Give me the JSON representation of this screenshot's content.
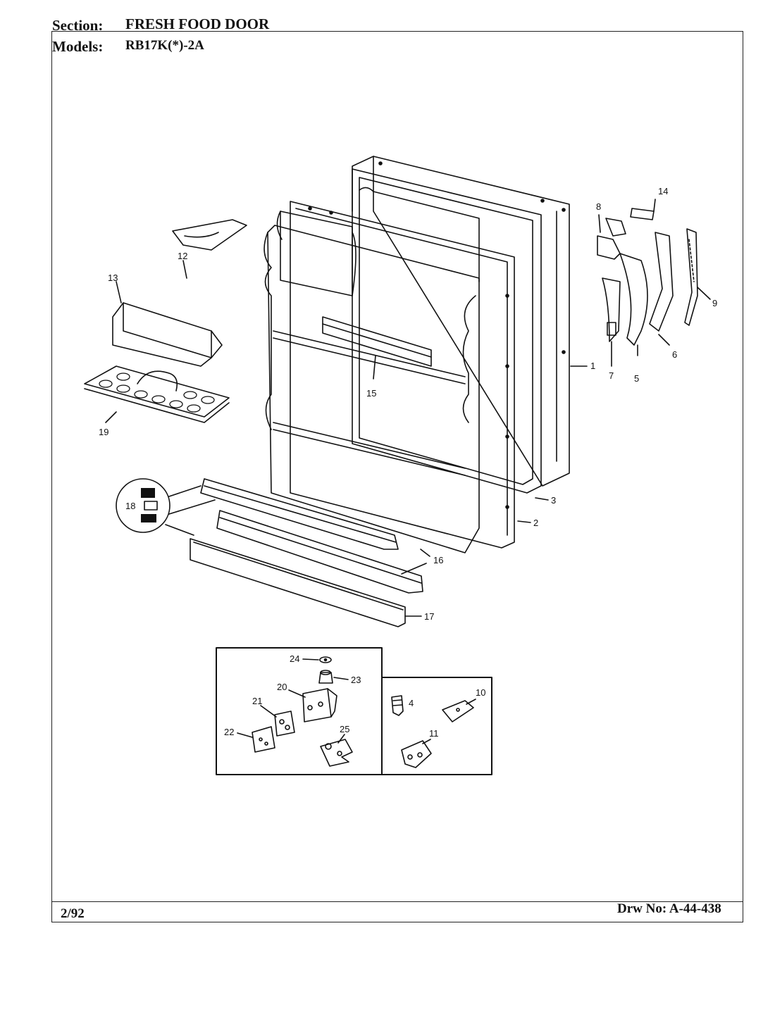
{
  "header": {
    "section_label": "Section:",
    "section_value": "FRESH FOOD DOOR",
    "models_label": "Models:",
    "models_value": "RB17K(*)-2A"
  },
  "footer": {
    "date": "2/92",
    "drawing_number": "Drw No: A-44-438"
  },
  "callouts": {
    "c1": "1",
    "c2": "2",
    "c3": "3",
    "c4": "4",
    "c5": "5",
    "c6": "6",
    "c7": "7",
    "c8": "8",
    "c9": "9",
    "c10": "10",
    "c11": "11",
    "c12": "12",
    "c13": "13",
    "c14": "14",
    "c15": "15",
    "c16": "16",
    "c17": "17",
    "c18": "18",
    "c19": "19",
    "c20": "20",
    "c21": "21",
    "c22": "22",
    "c23": "23",
    "c24": "24",
    "c25": "25"
  }
}
